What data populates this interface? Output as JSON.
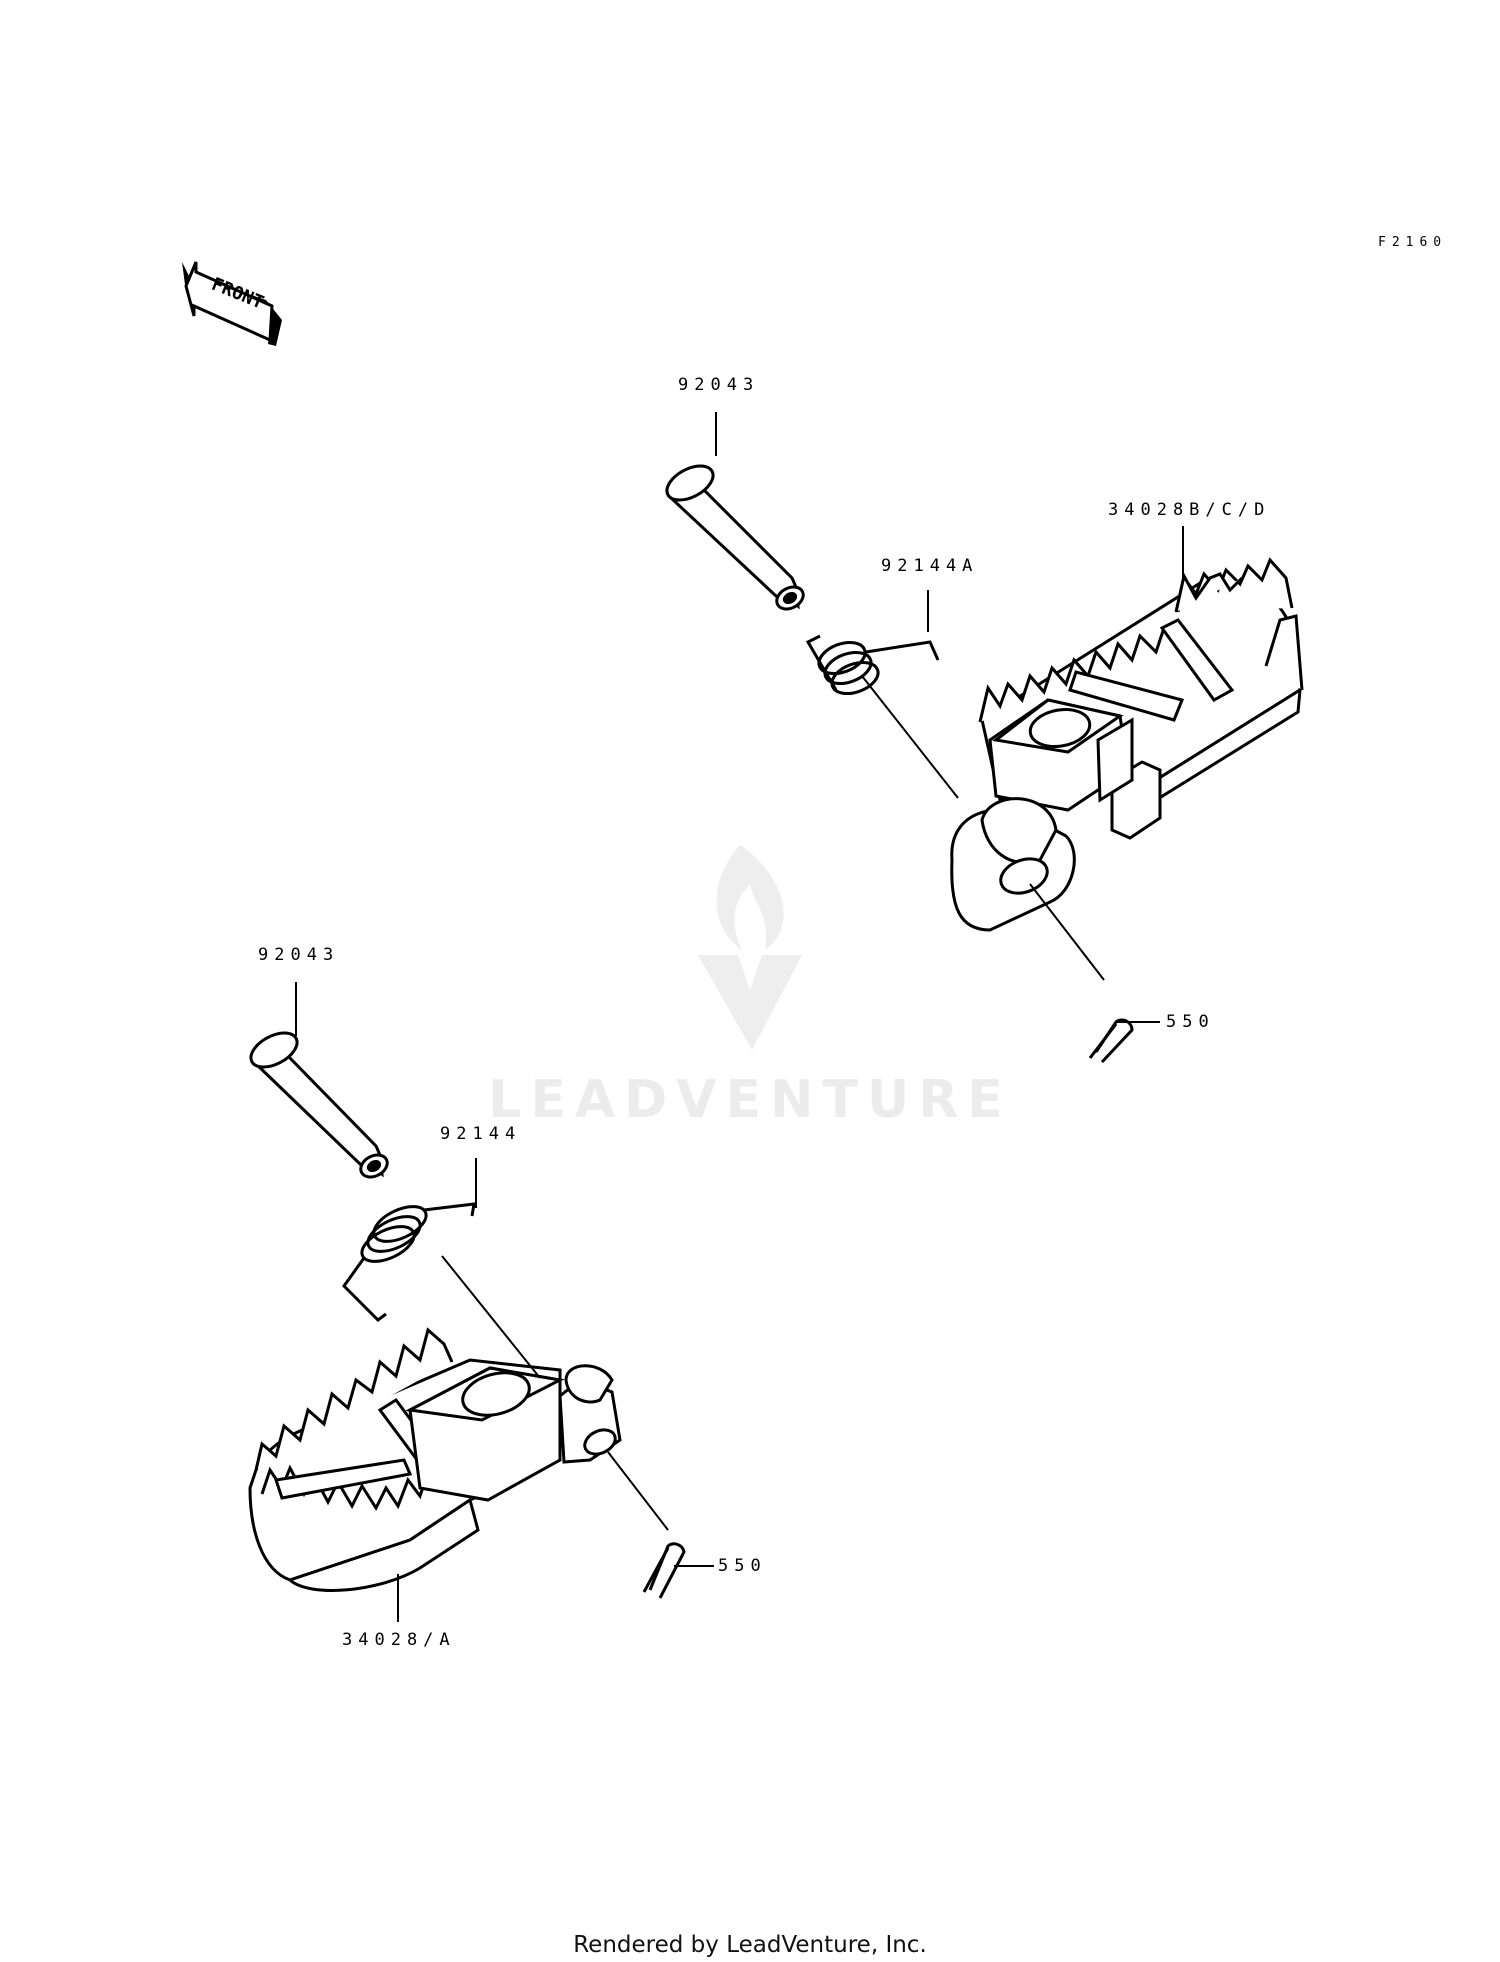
{
  "diagram_code": "F2160",
  "front_arrow_label": "FRONT",
  "callouts": {
    "upper_pin": "92043",
    "upper_spring": "92144A",
    "upper_footpeg": "34028B/C/D",
    "upper_cotter_pin": "550",
    "lower_pin": "92043",
    "lower_spring": "92144",
    "lower_footpeg": "34028/A",
    "lower_cotter_pin": "550"
  },
  "watermark": "LEADVENTURE",
  "footer": "Rendered by LeadVenture, Inc."
}
